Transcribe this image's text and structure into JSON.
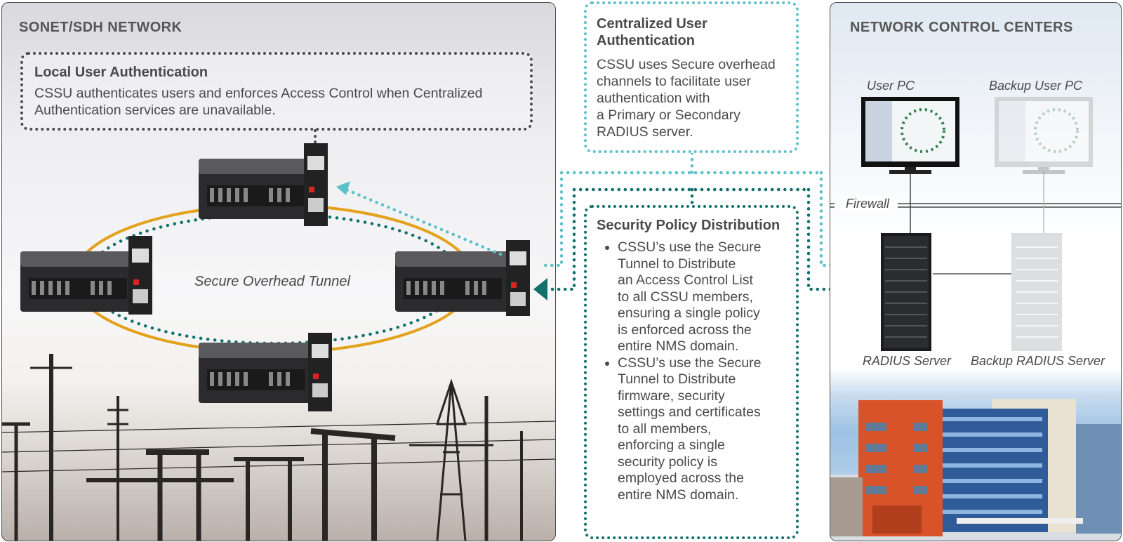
{
  "left_panel": {
    "title": "SONET/SDH NETWORK",
    "local_auth": {
      "title": "Local User Authentication",
      "body": "CSSU authenticates users and enforces Access Control when Centralized Authentication services are unavailable."
    },
    "tunnel_label": "Secure Overhead Tunnel"
  },
  "central_auth": {
    "title_line1": "Centralized User",
    "title_line2": "Authentication",
    "body_lines": [
      "CSSU uses Secure overhead",
      "channels to facilitate user",
      "authentication with",
      "a Primary or Secondary",
      "RADIUS server."
    ]
  },
  "policy": {
    "title": "Security Policy Distribution",
    "bullets": [
      {
        "lines": [
          "CSSU’s use the Secure",
          "Tunnel to Distribute",
          "an Access Control List",
          "to all CSSU members,",
          "ensuring a single policy",
          "is enforced across the",
          "entire NMS domain."
        ]
      },
      {
        "lines": [
          "CSSU’s use the Secure",
          "Tunnel to Distribute",
          "firmware, security",
          "settings and certificates",
          "to all members,",
          "enforcing a single",
          "security policy is",
          "employed across the",
          "entire NMS domain."
        ]
      }
    ]
  },
  "right_panel": {
    "title": "NETWORK CONTROL CENTERS",
    "user_pc": "User PC",
    "backup_user_pc": "Backup User PC",
    "firewall": "Firewall",
    "radius_server": "RADIUS Server",
    "backup_radius_server": "Backup RADIUS Server"
  },
  "colors": {
    "teal_light": "#5cc0c8",
    "teal_dark": "#12706b",
    "ring_orange": "#e3a11c",
    "border": "#4d4d4d",
    "text": "#4a4a4a"
  },
  "icons": {
    "devices": "cssu-chassis-icon",
    "monitor": "monitor-icon",
    "server": "server-rack-icon",
    "building": "building-illustration",
    "towers": "power-towers-illustration"
  }
}
